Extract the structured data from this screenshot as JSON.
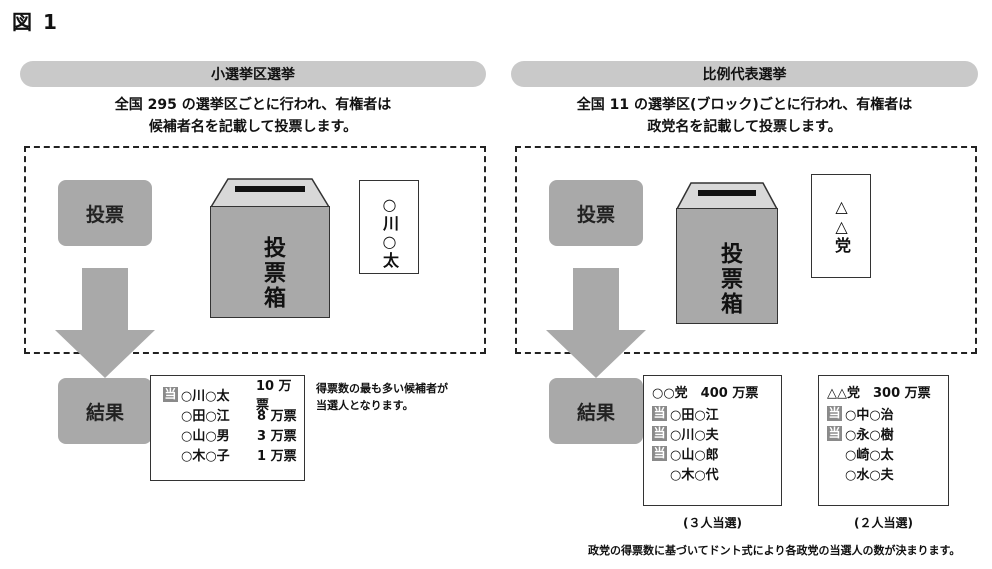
{
  "figure_title": "図 1",
  "left": {
    "heading": "小選挙区選挙",
    "desc_line1": "全国 295 の選挙区ごとに行われ、有権者は",
    "desc_line2": "候補者名を記載して投票します。",
    "vote_label": "投票",
    "ballot_box_label": "投票箱",
    "ballot_text": "○川○太",
    "result_label": "結果",
    "elected_marker": "当",
    "results": [
      {
        "name": "○川○太",
        "votes": "10 万票",
        "elected": true
      },
      {
        "name": "○田○江",
        "votes": "8 万票",
        "elected": false
      },
      {
        "name": "○山○男",
        "votes": "3 万票",
        "elected": false
      },
      {
        "name": "○木○子",
        "votes": "1 万票",
        "elected": false
      }
    ],
    "note_line1": "得票数の最も多い候補者が",
    "note_line2": "当選人となります。"
  },
  "right": {
    "heading": "比例代表選挙",
    "desc_line1": "全国 11 の選挙区(ブロック)ごとに行われ、有権者は",
    "desc_line2": "政党名を記載して投票します。",
    "vote_label": "投票",
    "ballot_box_label": "投票箱",
    "ballot_text": "△△党",
    "result_label": "結果",
    "elected_marker": "当",
    "party1": {
      "header": "○○党　400 万票",
      "members": [
        {
          "name": "○田○江",
          "elected": true
        },
        {
          "name": "○川○夫",
          "elected": true
        },
        {
          "name": "○山○郎",
          "elected": true
        },
        {
          "name": "○木○代",
          "elected": false
        }
      ],
      "caption": "(３人当選)"
    },
    "party2": {
      "header": "△△党　300 万票",
      "members": [
        {
          "name": "○中○治",
          "elected": true
        },
        {
          "name": "○永○樹",
          "elected": true
        },
        {
          "name": "○崎○太",
          "elected": false
        },
        {
          "name": "○水○夫",
          "elected": false
        }
      ],
      "caption": "(２人当選)"
    },
    "footnote": "政党の得票数に基づいてドント式により各政党の当選人の数が決まります。"
  }
}
